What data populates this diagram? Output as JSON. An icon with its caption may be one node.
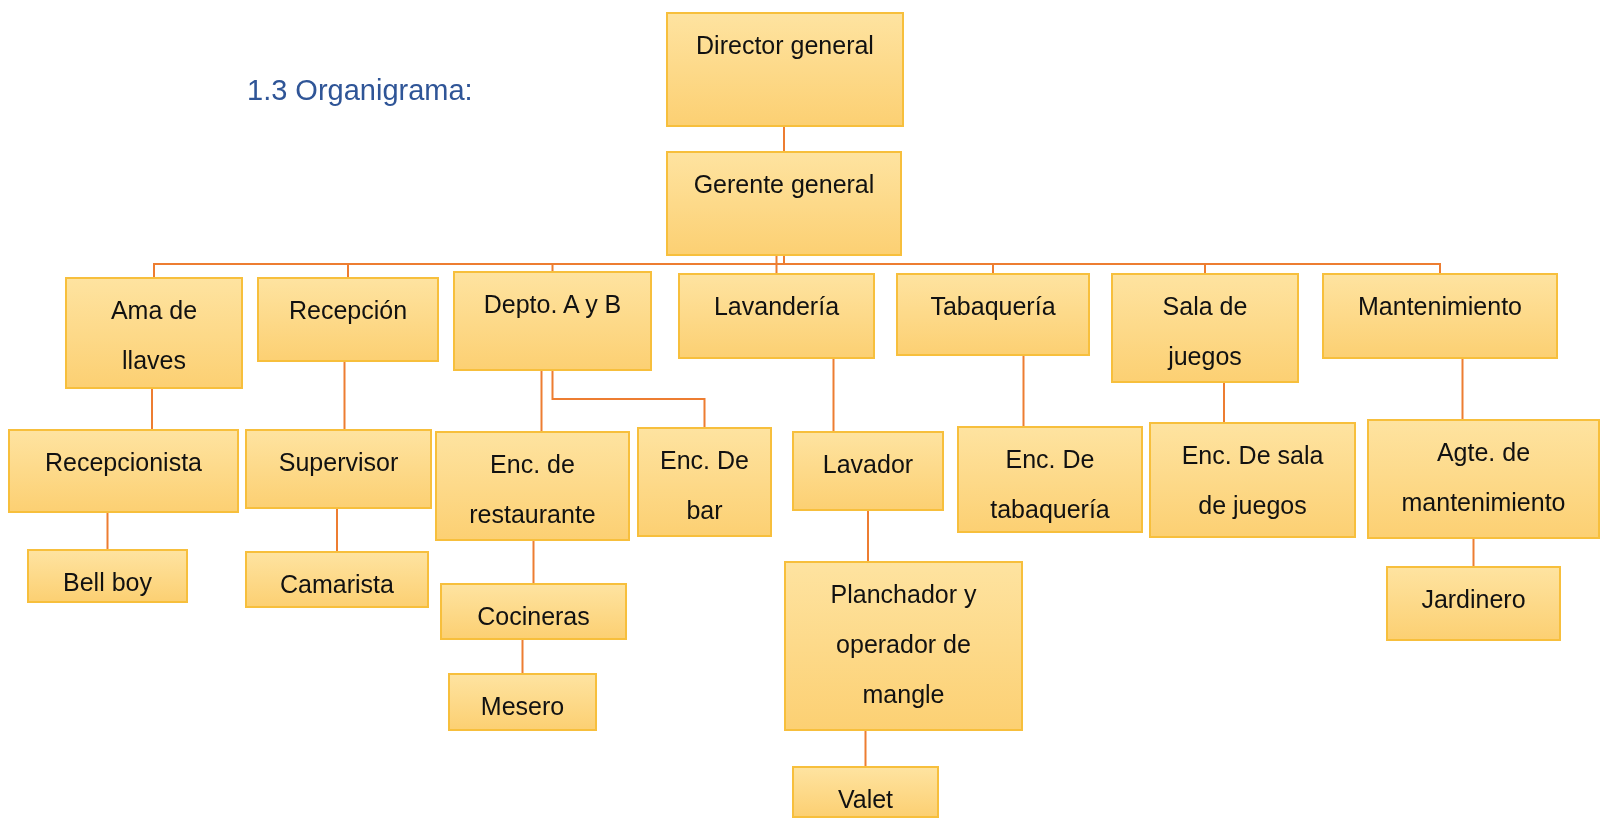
{
  "diagram": {
    "title": "1.3 Organigrama:",
    "nodes": [
      {
        "text": [
          "Director general"
        ]
      },
      {
        "text": [
          "Gerente general"
        ]
      },
      {
        "text": [
          "Ama de llaves"
        ]
      },
      {
        "text": [
          "Recepción"
        ]
      },
      {
        "text": [
          "Depto. A y B"
        ]
      },
      {
        "text": [
          "Lavandería"
        ]
      },
      {
        "text": [
          "Tabaquería"
        ]
      },
      {
        "text": [
          "Sala de juegos"
        ]
      },
      {
        "text": [
          "Mantenimiento"
        ]
      },
      {
        "text": [
          "Recepcionista"
        ]
      },
      {
        "text": [
          "Bell boy"
        ]
      },
      {
        "text": [
          "Supervisor"
        ]
      },
      {
        "text": [
          "Camarista"
        ]
      },
      {
        "text": [
          "Enc. de restaurante"
        ]
      },
      {
        "text": [
          "Enc. De bar"
        ]
      },
      {
        "text": [
          "Cocineras"
        ]
      },
      {
        "text": [
          "Mesero"
        ]
      },
      {
        "text": [
          "Lavador"
        ]
      },
      {
        "text": [
          "Planchador y operador de mangle"
        ]
      },
      {
        "text": [
          "Valet"
        ]
      },
      {
        "text": [
          "Enc. De tabaquería"
        ]
      },
      {
        "text": [
          "Enc. De sala de juegos"
        ]
      },
      {
        "text": [
          "Agte. de mantenimiento"
        ]
      },
      {
        "text": [
          "Jardinero"
        ]
      }
    ],
    "edges": [
      {
        "from": 0,
        "to": 1,
        "arrow": "none"
      },
      {
        "from": 1,
        "to": 2,
        "arrow": "none"
      },
      {
        "from": 1,
        "to": 3,
        "arrow": "none"
      },
      {
        "from": 1,
        "to": 4,
        "arrow": "none"
      },
      {
        "from": 1,
        "to": 5,
        "arrow": "none"
      },
      {
        "from": 1,
        "to": 6,
        "arrow": "none"
      },
      {
        "from": 1,
        "to": 7,
        "arrow": "none"
      },
      {
        "from": 1,
        "to": 8,
        "arrow": "none"
      },
      {
        "from": 2,
        "to": 9,
        "arrow": "none"
      },
      {
        "from": 9,
        "to": 10,
        "arrow": "none"
      },
      {
        "from": 3,
        "to": 11,
        "arrow": "none"
      },
      {
        "from": 11,
        "to": 12,
        "arrow": "none"
      },
      {
        "from": 4,
        "to": 13,
        "arrow": "none"
      },
      {
        "from": 4,
        "to": 14,
        "arrow": "none"
      },
      {
        "from": 13,
        "to": 15,
        "arrow": "none"
      },
      {
        "from": 15,
        "to": 16,
        "arrow": "none"
      },
      {
        "from": 5,
        "to": 17,
        "arrow": "none"
      },
      {
        "from": 17,
        "to": 18,
        "arrow": "none"
      },
      {
        "from": 18,
        "to": 19,
        "arrow": "none"
      },
      {
        "from": 6,
        "to": 20,
        "arrow": "none"
      },
      {
        "from": 7,
        "to": 21,
        "arrow": "none"
      },
      {
        "from": 8,
        "to": 22,
        "arrow": "none"
      },
      {
        "from": 22,
        "to": 23,
        "arrow": "none"
      }
    ]
  }
}
